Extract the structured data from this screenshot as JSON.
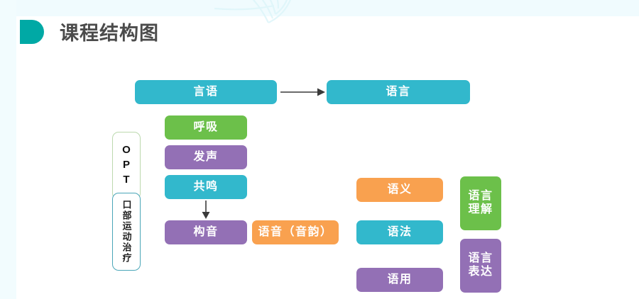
{
  "header": {
    "title": "课程结构图",
    "logo_icon": "d-mark-icon",
    "logo_color": "#00a9a5",
    "title_color": "#4b4b4b"
  },
  "theme": {
    "background": "#ffffff",
    "band_color": "#f0fbfe",
    "cyan": "#32b8cc",
    "green": "#6cc04a",
    "purple": "#9370b5",
    "orange": "#f9a14f",
    "opt_outline_green": "#bcd9ae",
    "opt_outline_teal": "#4aa6b8"
  },
  "diagram": {
    "top_row": {
      "speech": "言语",
      "language": "语言",
      "arrow_icon": "arrow-right-icon"
    },
    "opt_column": {
      "outer_label": "OPT",
      "inner_label": "口部运动治疗"
    },
    "speech_chain": {
      "breath": "呼吸",
      "phonation": "发声",
      "resonance": "共鸣",
      "articulation": "构音",
      "phonology": "语音（音韵）",
      "arrow_icon": "arrow-down-icon"
    },
    "language_components": {
      "semantics": "语义",
      "grammar": "语法",
      "pragmatics": "语用"
    },
    "language_skills": {
      "comprehension": "语言\n理解",
      "expression": "语言\n表达"
    }
  }
}
